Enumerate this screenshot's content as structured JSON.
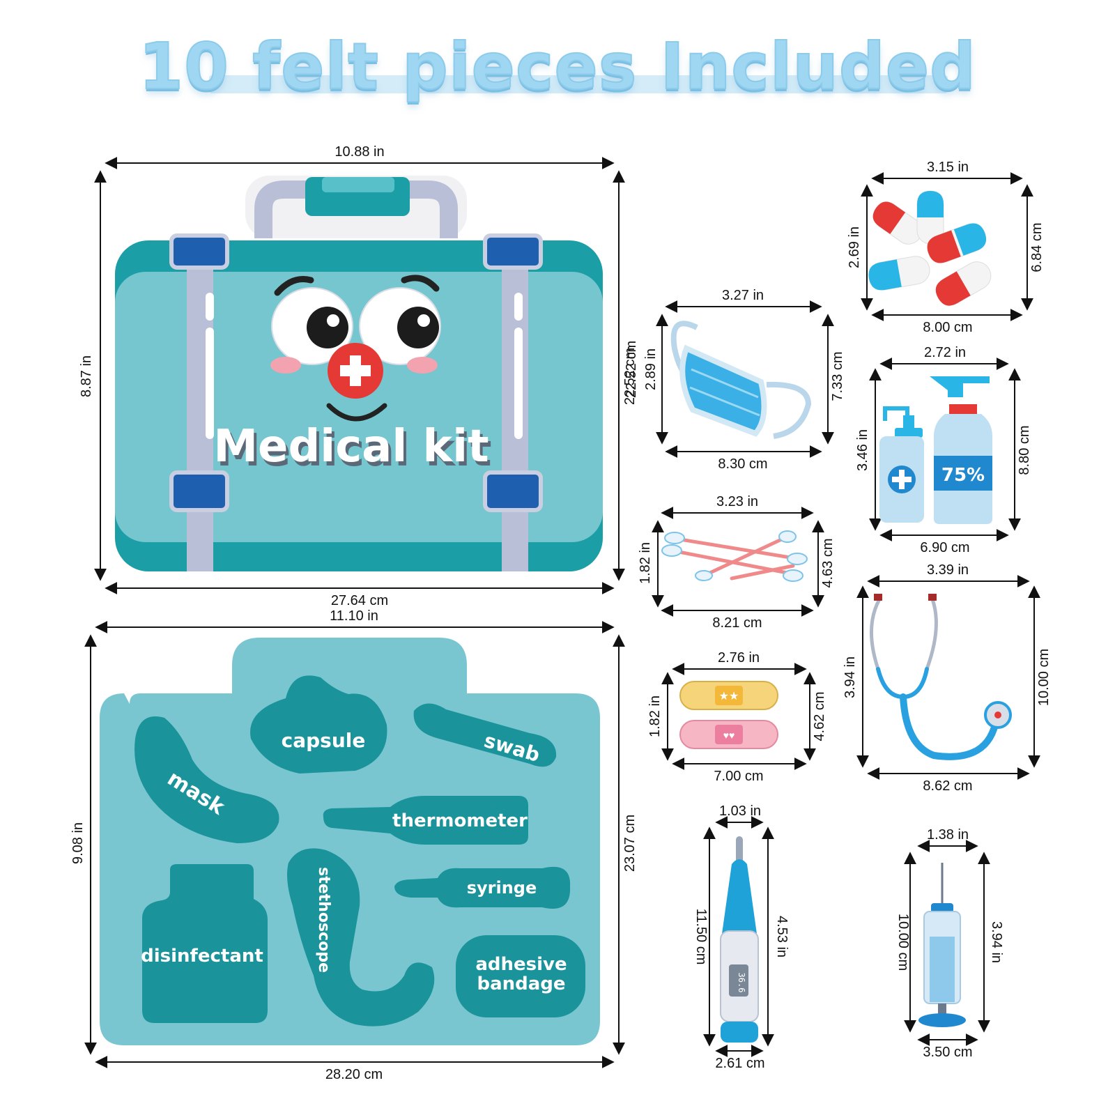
{
  "header": {
    "title": "10 felt pieces Included"
  },
  "medical_kit": {
    "label": "Medical kit",
    "width_in": "10.88 in",
    "height_in": "8.87 in",
    "height_cm": "22.52 cm",
    "width_cm": "27.64 cm"
  },
  "board": {
    "width_in": "11.10 in",
    "height_in": "9.08 in",
    "height_cm": "23.07 cm",
    "width_cm": "28.20 cm",
    "slots": {
      "capsule": "capsule",
      "swab": "swab",
      "mask": "mask",
      "thermometer": "thermometer",
      "stethoscope": "stethoscope",
      "syringe": "syringe",
      "disinfectant": "disinfectant",
      "adhesive_line1": "adhesive",
      "adhesive_line2": "bandage"
    }
  },
  "mask": {
    "width_in": "3.27 in",
    "height_in": "2.89 in",
    "height_cm_right": "7.33 cm",
    "width_cm": "8.30 cm",
    "height_cm_left": "22.52 cm"
  },
  "capsules": {
    "width_in": "3.15 in",
    "height_in": "2.69 in",
    "height_cm": "6.84 cm",
    "width_cm": "8.00 cm"
  },
  "disinfectant": {
    "width_in": "2.72 in",
    "height_in": "3.46 in",
    "height_cm": "8.80 cm",
    "width_cm": "6.90 cm",
    "bottle_label": "75%"
  },
  "swabs": {
    "width_in": "3.23 in",
    "height_in": "1.82 in",
    "height_cm": "4.63 cm",
    "width_cm": "8.21 cm"
  },
  "stethoscope": {
    "width_in": "3.39 in",
    "height_in": "3.94 in",
    "height_cm": "10.00 cm",
    "width_cm": "8.62 cm"
  },
  "bandages": {
    "width_in": "2.76 in",
    "height_in": "1.82 in",
    "height_cm": "4.62 cm",
    "width_cm": "7.00 cm"
  },
  "thermometer": {
    "width_in": "1.03 in",
    "height_cm": "11.50 cm",
    "height_in": "4.53 in",
    "width_cm": "2.61 cm",
    "display": "36.6"
  },
  "syringe": {
    "width_in": "1.38 in",
    "height_cm": "10.00 cm",
    "height_in": "3.94 in",
    "width_cm": "3.50 cm"
  },
  "colors": {
    "kit_teal": "#1b9ea6",
    "kit_light": "#76c6cf",
    "board": "#79c6d0",
    "slot": "#1a939b",
    "title": "#9fd6f2",
    "red": "#e53935",
    "blue": "#1e88e5"
  }
}
